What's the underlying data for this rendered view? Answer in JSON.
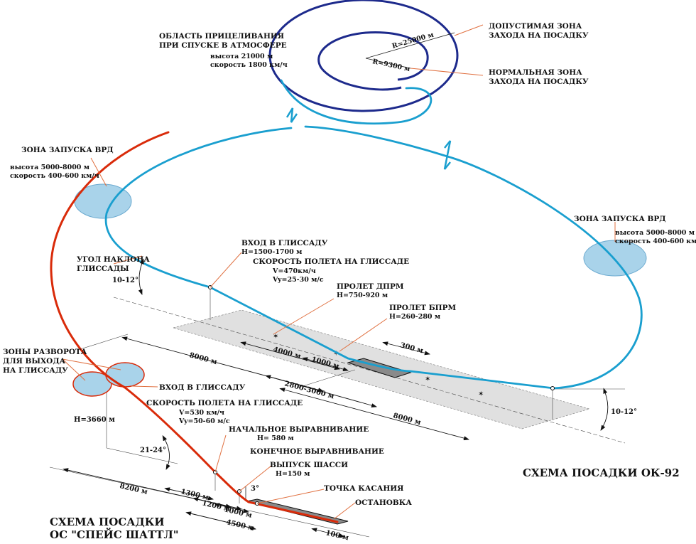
{
  "colors": {
    "buran_track": "#1a9fcf",
    "shuttle_track": "#d92b0a",
    "approach_zone": "#1d2a8c",
    "zone_fill": "#a9d3ea",
    "runway_field": "#e0e0e0",
    "leader": "#e07040"
  },
  "top": {
    "aim_area_title_1": "ОБЛАСТЬ ПРИЦЕЛИВАНИЯ",
    "aim_area_title_2": "ПРИ СПУСКЕ В АТМОСФЕРЕ",
    "aim_alt": "высота 21000 м",
    "aim_speed": "скорость 1800 км/ч",
    "r_outer": "R=25000 м",
    "r_inner": "R=9300 м",
    "allowed_zone_1": "ДОПУСТИМАЯ ЗОНА",
    "allowed_zone_2": "ЗАХОДА НА ПОСАДКУ",
    "normal_zone_1": "НОРМАЛЬНАЯ ЗОНА",
    "normal_zone_2": "ЗАХОДА НА ПОСАДКУ"
  },
  "left_vrd": {
    "title": "ЗОНА ЗАПУСКА ВРД",
    "alt": "высота 5000-8000 м",
    "speed": "скорость 400-600 км/ч"
  },
  "right_vrd": {
    "title": "ЗОНА ЗАПУСКА ВРД",
    "alt": "высота 5000-8000 м",
    "speed": "скорость 400-600 км/ч"
  },
  "buran": {
    "glide_angle_label_1": "УГОЛ НАКЛОНА",
    "glide_angle_label_2": "ГЛИССАДЫ",
    "glide_angle": "10-12°",
    "glide_entry": "ВХОД В ГЛИССАДУ",
    "glide_entry_h": "Н=1500-1700 м",
    "glide_speed_title": "СКОРОСТЬ ПОЛЕТА НА ГЛИССАДЕ",
    "glide_v": "V=470км/ч",
    "glide_vy": "Vy=25-30 м/с",
    "dprm": "ПРОЛЕТ ДПРМ",
    "dprm_h": "Н=750-920 м",
    "bprm": "ПРОЛЕТ БПРМ",
    "bprm_h": "Н=260-280 м",
    "d_8000_left": "8000 м",
    "d_4000": "4000 м",
    "d_1000": "1000 м",
    "d_300": "300 м",
    "d_2800": "2800-3000 м",
    "d_8000_right": "8000 м",
    "angle_right": "10-12°",
    "title": "СХЕМА ПОСАДКИ ОК-92"
  },
  "shuttle": {
    "turn_zones_1": "ЗОНЫ РАЗВОРОТА",
    "turn_zones_2": "ДЛЯ ВЫХОДА",
    "turn_zones_3": "НА ГЛИССАДУ",
    "glide_entry": "ВХОД В ГЛИССАДУ",
    "glide_speed_title": "СКОРОСТЬ ПОЛЕТА НА ГЛИССАДЕ",
    "glide_v": "V=530 км/ч",
    "glide_vy": "Vy=50-60 м/с",
    "h_3660": "Н=3660 м",
    "angle": "21-24°",
    "initial_flare": "НАЧАЛЬНОЕ ВЫРАВНИВАНИЕ",
    "initial_flare_h": "Н= 580 м",
    "final_flare": "КОНЕЧНОЕ ВЫРАВНИВАНИЕ",
    "gear": "ВЫПУСК ШАССИ",
    "gear_h": "Н=150 м",
    "angle_3": "3°",
    "touchdown": "ТОЧКА КАСАНИЯ",
    "stop": "ОСТАНОВКА",
    "d_8200": "8200 м",
    "d_1300": "1300 м",
    "d_1200": "1200 м",
    "d_1000": "1000 м",
    "d_4500": "4500 м",
    "d_100": "100 м",
    "title_1": "СХЕМА ПОСАДКИ",
    "title_2": "ОС \"СПЕЙС ШАТТЛ\""
  }
}
